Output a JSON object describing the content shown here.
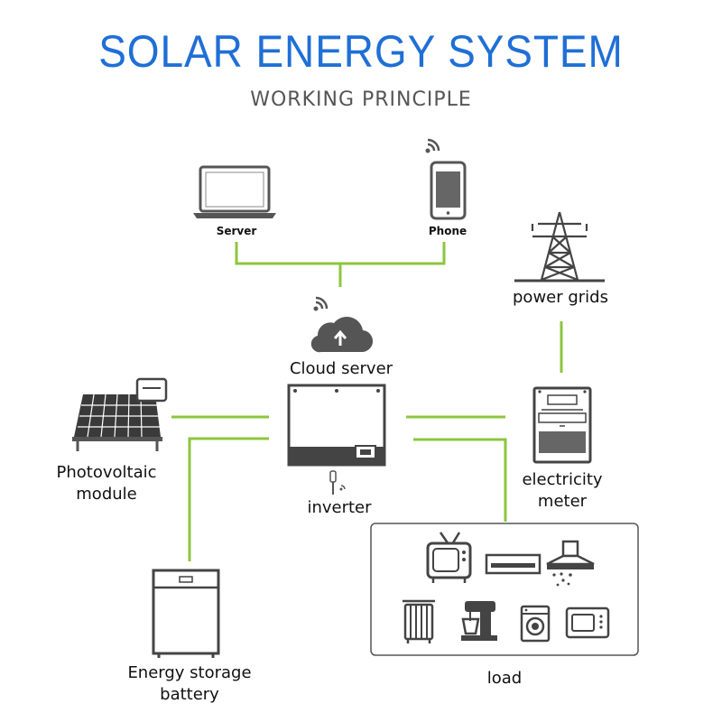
{
  "header": {
    "title": "SOLAR ENERGY SYSTEM",
    "subtitle": "WORKING PRINCIPLE"
  },
  "labels": {
    "server": "Server",
    "phone": "Phone",
    "power_grids": "power grids",
    "cloud_server": "Cloud server",
    "pv_line1": "Photovoltaic",
    "pv_line2": "module",
    "inverter": "inverter",
    "meter_line1": "electricity",
    "meter_line2": "meter",
    "battery_line1": "Energy storage",
    "battery_line2": "battery",
    "load": "load"
  },
  "colors": {
    "title": "#1f6fd6",
    "connector": "#8cc63f",
    "icon": "#444444"
  }
}
